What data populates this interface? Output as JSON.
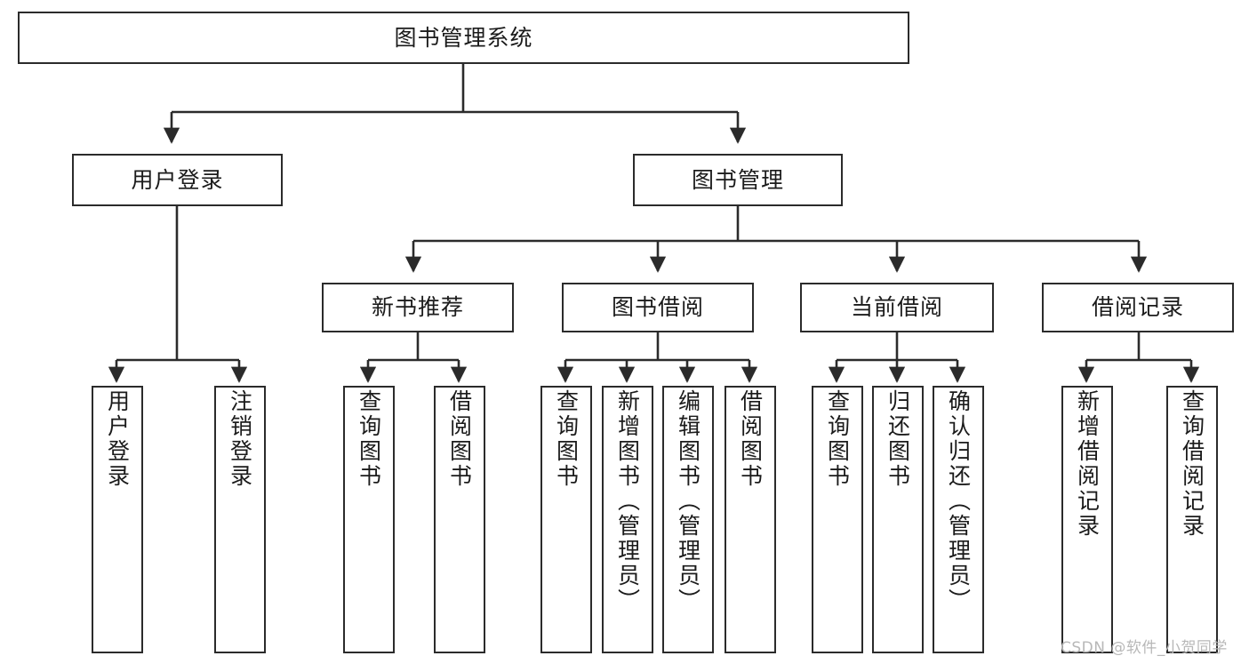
{
  "diagram": {
    "title": "图书管理系统",
    "type": "tree-hierarchy",
    "levels": [
      {
        "level": 1,
        "nodes": [
          {
            "id": "root",
            "label": "图书管理系统",
            "orientation": "horizontal"
          }
        ]
      },
      {
        "level": 2,
        "nodes": [
          {
            "id": "user-login",
            "label": "用户登录",
            "orientation": "horizontal",
            "parent": "root"
          },
          {
            "id": "book-manage",
            "label": "图书管理",
            "orientation": "horizontal",
            "parent": "root"
          }
        ]
      },
      {
        "level": 3,
        "nodes": [
          {
            "id": "new-book-recommend",
            "label": "新书推荐",
            "orientation": "horizontal",
            "parent": "book-manage"
          },
          {
            "id": "book-borrow",
            "label": "图书借阅",
            "orientation": "horizontal",
            "parent": "book-manage"
          },
          {
            "id": "current-borrow",
            "label": "当前借阅",
            "orientation": "horizontal",
            "parent": "book-manage"
          },
          {
            "id": "borrow-record",
            "label": "借阅记录",
            "orientation": "horizontal",
            "parent": "book-manage"
          }
        ]
      },
      {
        "level": 4,
        "nodes": [
          {
            "id": "leaf-user-login",
            "label": "用户登录",
            "orientation": "vertical",
            "parent": "user-login"
          },
          {
            "id": "leaf-logout-login",
            "label": "注销登录",
            "orientation": "vertical",
            "parent": "user-login"
          },
          {
            "id": "leaf-query-book-1",
            "label": "查询图书",
            "orientation": "vertical",
            "parent": "new-book-recommend"
          },
          {
            "id": "leaf-borrow-book-1",
            "label": "借阅图书",
            "orientation": "vertical",
            "parent": "new-book-recommend"
          },
          {
            "id": "leaf-query-book-2",
            "label": "查询图书",
            "orientation": "vertical",
            "parent": "book-borrow"
          },
          {
            "id": "leaf-add-book",
            "label": "新增图书（管理员）",
            "orientation": "vertical",
            "parent": "book-borrow"
          },
          {
            "id": "leaf-edit-book",
            "label": "编辑图书（管理员）",
            "orientation": "vertical",
            "parent": "book-borrow"
          },
          {
            "id": "leaf-borrow-book-2",
            "label": "借阅图书",
            "orientation": "vertical",
            "parent": "book-borrow"
          },
          {
            "id": "leaf-query-book-3",
            "label": "查询图书",
            "orientation": "vertical",
            "parent": "current-borrow"
          },
          {
            "id": "leaf-return-book",
            "label": "归还图书",
            "orientation": "vertical",
            "parent": "current-borrow"
          },
          {
            "id": "leaf-confirm-return",
            "label": "确认归还（管理员）",
            "orientation": "vertical",
            "parent": "current-borrow"
          },
          {
            "id": "leaf-add-record",
            "label": "新增借阅记录",
            "orientation": "vertical",
            "parent": "borrow-record"
          },
          {
            "id": "leaf-query-record",
            "label": "查询借阅记录",
            "orientation": "vertical",
            "parent": "borrow-record"
          }
        ]
      }
    ],
    "colors": {
      "border": "#2b2b2b",
      "fill": "#ffffff",
      "text": "#1b1b1b",
      "edge": "#2b2b2b",
      "watermark": "#b8b8b8"
    }
  },
  "watermark": {
    "text": "CSDN @软件_小贺同学"
  }
}
